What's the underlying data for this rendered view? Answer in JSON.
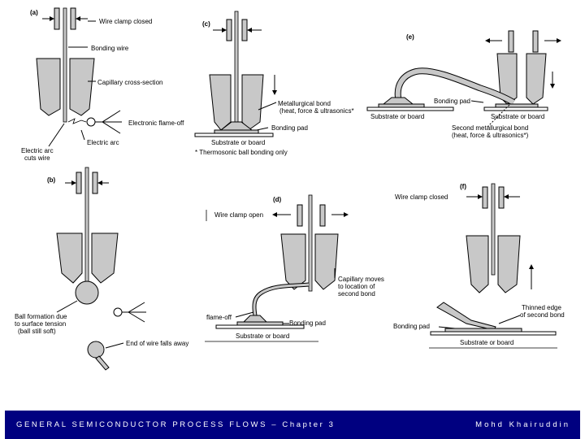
{
  "panels": {
    "a": {
      "letter": "(a)",
      "wire_clamp_closed": "Wire clamp closed",
      "bonding_wire": "Bonding wire",
      "capillary_cross_section": "Capillary cross-section",
      "electronic_flame_off": "Electronic flame-off",
      "electric_arc": "Electric arc",
      "electric_arc_cuts_wire_1": "Electric arc",
      "electric_arc_cuts_wire_2": "cuts wire"
    },
    "b": {
      "letter": "(b)",
      "ball_formation_1": "Ball formation due",
      "ball_formation_2": "to surface tension",
      "ball_formation_3": "(ball still soft)",
      "end_of_wire": "End of wire falls away"
    },
    "c": {
      "letter": "(c)",
      "metallurgical_bond_1": "Metallurgical bond",
      "metallurgical_bond_2": "(heat, force & ultrasonics*",
      "bonding_pad": "Bonding pad",
      "substrate": "Substrate or board",
      "footnote": "* Thermosonic ball bonding only"
    },
    "d": {
      "letter": "(d)",
      "wire_clamp_open": "Wire clamp open",
      "capillary_moves_1": "Capillary moves",
      "capillary_moves_2": "to location of",
      "capillary_moves_3": "second bond",
      "flame_off": "flame-off",
      "bonding_pad": "Bonding pad",
      "substrate": "Substrate or board"
    },
    "e": {
      "letter": "(e)",
      "bonding_pad": "Bonding pad",
      "substrate_left": "Substrate or board",
      "substrate_right": "Substrate or board",
      "second_bond_1": "Second metallurgical bond",
      "second_bond_2": "(heat, force & ultrasonics*)"
    },
    "f": {
      "letter": "(f)",
      "wire_clamp_closed": "Wire clamp closed",
      "thinned_edge_1": "Thinned edge",
      "thinned_edge_2": "of second bond",
      "bonding_pad": "Bonding pad",
      "substrate": "Substrate or board"
    }
  },
  "footer": {
    "left": "GENERAL SEMICONDUCTOR PROCESS FLOWS – Chapter 3",
    "right": "Mohd Khairuddin"
  },
  "colors": {
    "footer_bg": "#000080",
    "footer_text": "#ffffff",
    "art_fill": "#c8c8c8",
    "line": "#000000"
  }
}
